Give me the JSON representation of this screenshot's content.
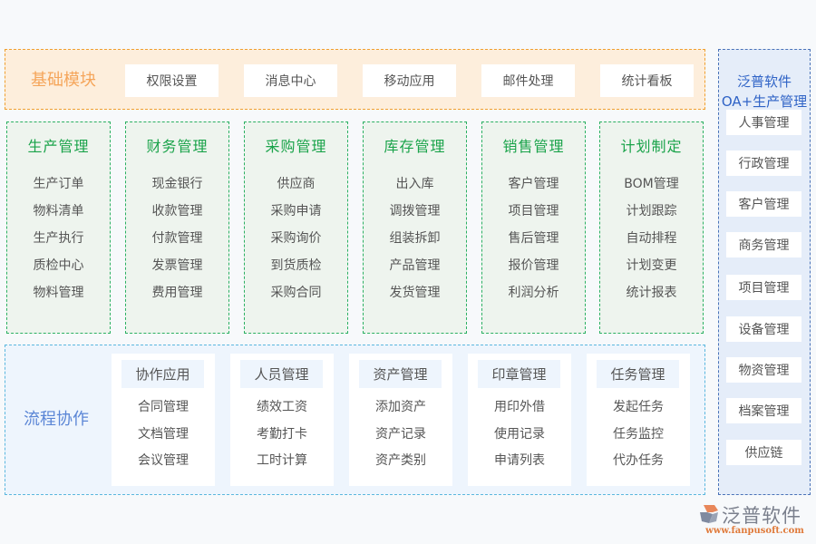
{
  "colors": {
    "background": "#f7f9fb",
    "basic_bg": "#fdeedc",
    "basic_border": "#f0a030",
    "basic_title": "#f5a55a",
    "module_bg": "#eef4ee",
    "module_border": "#2bb062",
    "module_title": "#1aa34a",
    "process_bg": "#eef5fd",
    "process_border": "#5bb7de",
    "process_title": "#5b86d6",
    "side_bg": "#e5edf9",
    "side_border": "#4a73b8",
    "side_title": "#2f63c6",
    "logo_url": "#e07a3a"
  },
  "basic": {
    "title": "基础模块",
    "buttons": [
      "权限设置",
      "消息中心",
      "移动应用",
      "邮件处理",
      "统计看板"
    ]
  },
  "modules": [
    {
      "title": "生产管理",
      "items": [
        "生产订单",
        "物料清单",
        "生产执行",
        "质检中心",
        "物料管理"
      ]
    },
    {
      "title": "财务管理",
      "items": [
        "现金银行",
        "收款管理",
        "付款管理",
        "发票管理",
        "费用管理"
      ]
    },
    {
      "title": "采购管理",
      "items": [
        "供应商",
        "采购申请",
        "采购询价",
        "到货质检",
        "采购合同"
      ]
    },
    {
      "title": "库存管理",
      "items": [
        "出入库",
        "调拨管理",
        "组装拆卸",
        "产品管理",
        "发货管理"
      ]
    },
    {
      "title": "销售管理",
      "items": [
        "客户管理",
        "项目管理",
        "售后管理",
        "报价管理",
        "利润分析"
      ]
    },
    {
      "title": "计划制定",
      "items": [
        "BOM管理",
        "计划跟踪",
        "自动排程",
        "计划变更",
        "统计报表"
      ]
    }
  ],
  "process": {
    "title": "流程协作",
    "cards": [
      {
        "title": "协作应用",
        "items": [
          "合同管理",
          "文档管理",
          "会议管理"
        ]
      },
      {
        "title": "人员管理",
        "items": [
          "绩效工资",
          "考勤打卡",
          "工时计算"
        ]
      },
      {
        "title": "资产管理",
        "items": [
          "添加资产",
          "资产记录",
          "资产类别"
        ]
      },
      {
        "title": "印章管理",
        "items": [
          "用印外借",
          "使用记录",
          "申请列表"
        ]
      },
      {
        "title": "任务管理",
        "items": [
          "发起任务",
          "任务监控",
          "代办任务"
        ]
      }
    ]
  },
  "side": {
    "title_line1": "泛普软件",
    "title_line2": "OA+生产管理",
    "items": [
      "人事管理",
      "行政管理",
      "客户管理",
      "商务管理",
      "项目管理",
      "设备管理",
      "物资管理",
      "档案管理",
      "供应链"
    ]
  },
  "logo": {
    "name": "泛普软件",
    "url": "www.fanpusoft.com"
  }
}
